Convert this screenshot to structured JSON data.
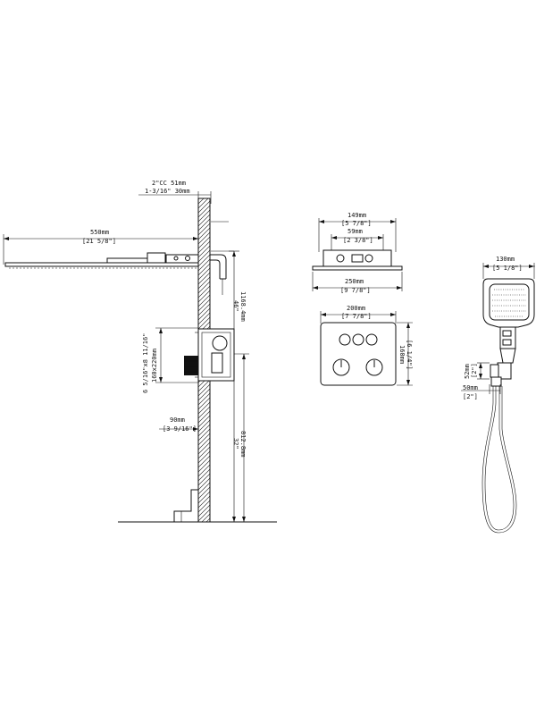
{
  "labels": {
    "cc_top": "2\"CC 51mm",
    "cc_bottom": "1-3/16\" 30mm",
    "arm_mm": "550mm",
    "arm_in": "[21 5/8\"]",
    "height_in": "46\"",
    "height_mm": "1168.4mm",
    "box_in": "6 5/16\"x8 11/16\"",
    "box_mm": "160x220mm",
    "depth_mm": "90mm",
    "depth_in": "[3 9/16\"]",
    "valve_in": "32\"",
    "valve_mm": "812.8mm",
    "inlet_mm": "149mm",
    "inlet_in": "[5 7/8\"]",
    "outlet_mm": "59mm",
    "outlet_in": "[2 3/8\"]",
    "trim_w_mm": "250mm",
    "trim_w_in": "[9 7/8\"]",
    "plate_w_mm": "200mm",
    "plate_w_in": "[7 7/8\"]",
    "plate_h_mm": "160mm",
    "plate_h_in": "[6 1/4\"]",
    "head_w_mm": "130mm",
    "head_w_in": "[5 1/8\"]",
    "bracket_h_mm": "52mm",
    "bracket_h_in": "[2\"]",
    "elbow_w_mm": "50mm",
    "elbow_w_in": "[2\"]"
  }
}
